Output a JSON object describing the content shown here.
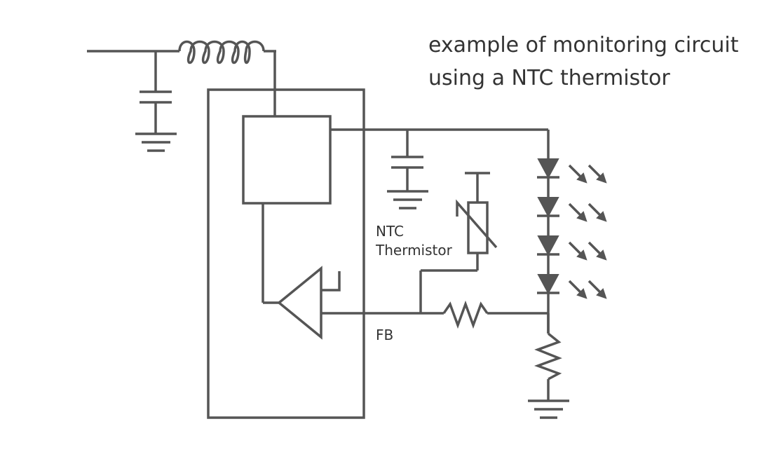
{
  "title": {
    "line1": "example of monitoring circuit",
    "line2": "using a NTC thermistor"
  },
  "labels": {
    "ntc_line1": "NTC",
    "ntc_line2": "Thermistor",
    "fb": "FB"
  },
  "colors": {
    "wire": "#555555",
    "text": "#333333",
    "background": "#ffffff"
  }
}
